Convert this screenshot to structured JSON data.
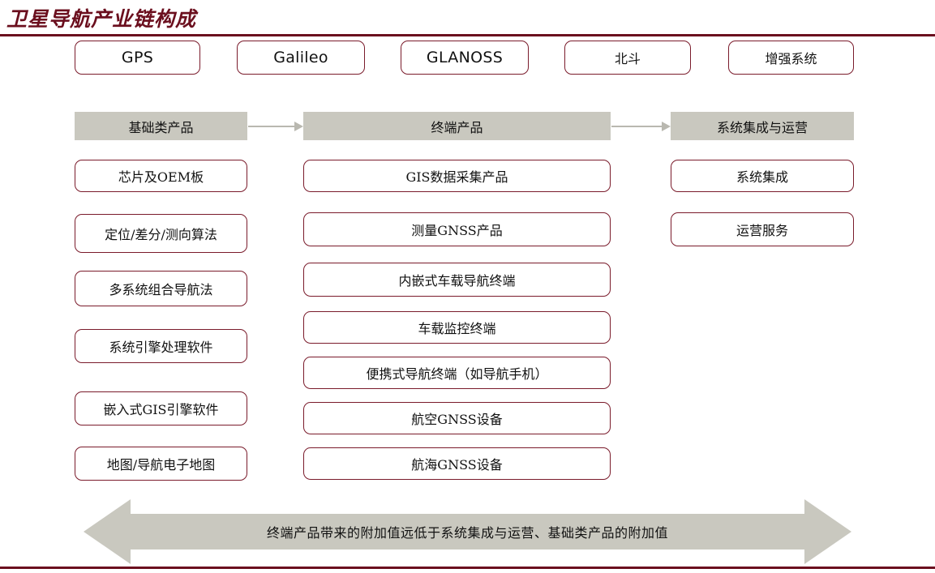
{
  "title": "卫星导航产业链构成",
  "colors": {
    "accent": "#6b0f1e",
    "box_border": "#7a1b2b",
    "band_fill": "#c9c8bf",
    "arrow_fill": "#c9c8bf",
    "connector": "#b9b8b0",
    "text": "#111111",
    "background": "#ffffff"
  },
  "systems": [
    {
      "label": "GPS",
      "script": "latin"
    },
    {
      "label": "Galileo",
      "script": "latin"
    },
    {
      "label": "GLANOSS",
      "script": "latin"
    },
    {
      "label": "北斗",
      "script": "cjk"
    },
    {
      "label": "增强系统",
      "script": "cjk"
    }
  ],
  "columns": [
    {
      "band": "基础类产品",
      "items": [
        "芯片及OEM板",
        "定位/差分/测向算法",
        "多系统组合导航法",
        "系统引擎处理软件",
        "嵌入式GIS引擎软件",
        "地图/导航电子地图"
      ]
    },
    {
      "band": "终端产品",
      "items": [
        "GIS数据采集产品",
        "测量GNSS产品",
        "内嵌式车载导航终端",
        "车载监控终端",
        "便携式导航终端（如导航手机）",
        "航空GNSS设备",
        "航海GNSS设备"
      ]
    },
    {
      "band": "系统集成与运营",
      "items": [
        "系统集成",
        "运营服务"
      ]
    }
  ],
  "value_banner": {
    "text": "终端产品带来的附加值远低于系统集成与运营、基础类产品的附加值"
  }
}
